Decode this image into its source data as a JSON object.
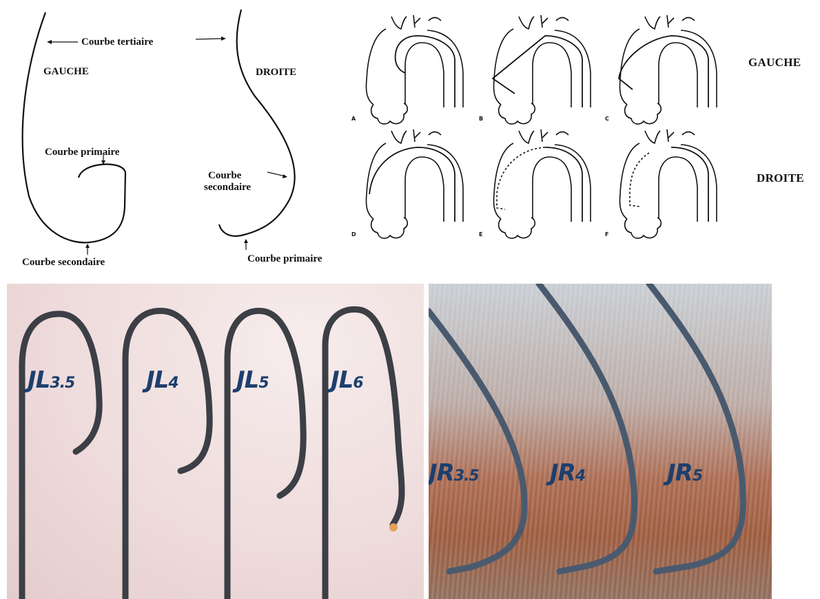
{
  "top_left": {
    "courbe_tertiaire": "Courbe tertiaire",
    "gauche": "GAUCHE",
    "droite": "DROITE",
    "courbe_primaire_left": "Courbe primaire",
    "courbe_secondaire_left": "Courbe secondaire",
    "courbe_secondaire_right_line1": "Courbe",
    "courbe_secondaire_right_line2": "secondaire",
    "courbe_primaire_right": "Courbe primaire"
  },
  "top_right": {
    "row_labels": [
      "GAUCHE",
      "DROITE"
    ],
    "panel_letters": [
      "A",
      "B",
      "C",
      "D",
      "E",
      "F"
    ]
  },
  "photos": {
    "left_catheters": [
      {
        "main": "JL",
        "size": "3.5"
      },
      {
        "main": "JL",
        "size": "4"
      },
      {
        "main": "JL",
        "size": "5"
      },
      {
        "main": "JL",
        "size": "6"
      }
    ],
    "right_catheters": [
      {
        "main": "JR",
        "size": "3.5"
      },
      {
        "main": "JR",
        "size": "4"
      },
      {
        "main": "JR",
        "size": "5"
      }
    ],
    "colors": {
      "catheter": "#3c3f45",
      "label": "#1d3f6e"
    }
  }
}
